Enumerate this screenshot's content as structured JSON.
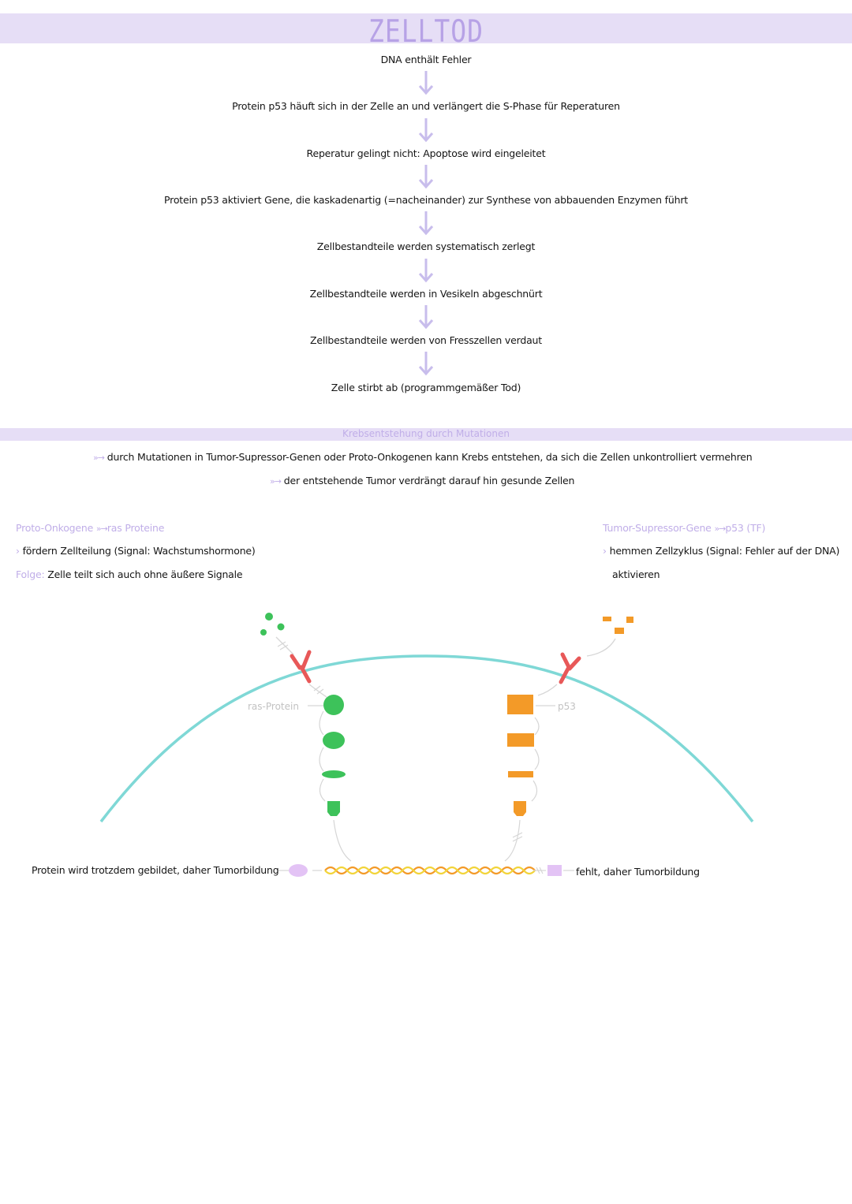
{
  "header": {
    "title": "ZELLTOD"
  },
  "steps": [
    "DNA enthält Fehler",
    "Protein p53 häuft sich in der Zelle an und verlängert die S-Phase für Reperaturen",
    "Reperatur gelingt nicht: Apoptose wird eingeleitet",
    "Protein p53 aktiviert Gene, die kaskadenartig (=nacheinander) zur Synthese von abbauenden Enzymen führt",
    "Zellbestandteile werden systematisch zerlegt",
    "Zellbestandteile werden in Vesikeln abgeschnürt",
    "Zellbestandteile werden von Fresszellen verdaut",
    "Zelle stirbt ab (programmgemäßer Tod)"
  ],
  "krebs": {
    "heading": "Krebsentstehung durch Mutationen",
    "line1": "durch Mutationen in Tumor-Supressor-Genen oder Proto-Onkogenen kann Krebs entstehen, da sich die Zellen unkontrolliert vermehren",
    "line2": "der entstehende Tumor verdrängt darauf hin gesunde Zellen"
  },
  "left": {
    "heading": "Proto-Onkogene",
    "heading_target": "ras Proteine",
    "bullet": "fördern Zellteilung (Signal: Wachstumshormone)",
    "folge_label": "Folge:",
    "folge_text": "Zelle teilt sich auch ohne äußere Signale"
  },
  "right": {
    "heading": "Tumor-Supressor-Gene",
    "heading_target": "p53 (TF)",
    "bullet": "hemmen Zellzyklus (Signal: Fehler auf der DNA)",
    "bullet_cont": "aktivieren"
  },
  "diagram": {
    "ras_label": "ras-Protein",
    "p53_label": "p53",
    "left_result": "Protein wird trotzdem gebildet, daher Tumorbildung",
    "right_result": "fehlt, daher Tumorbildung",
    "colors": {
      "membrane": "#7fd8d6",
      "receptor": "#e85858",
      "green": "#3dc25a",
      "orange": "#f39a28",
      "lilac": "#e3c3f5",
      "arrow": "#d6d6d6"
    }
  }
}
